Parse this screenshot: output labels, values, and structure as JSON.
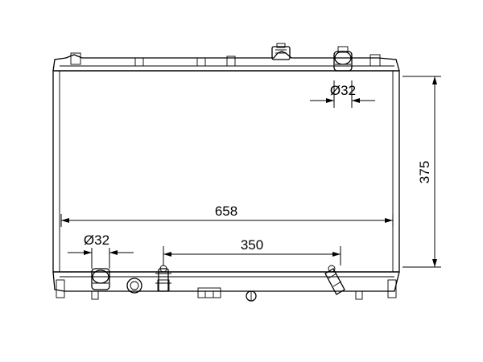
{
  "diagram": {
    "dimensions": {
      "inlet_diameter": "Ø32",
      "outlet_diameter": "Ø32",
      "core_width": "658",
      "core_height": "375",
      "pipe_spacing": "350"
    }
  }
}
